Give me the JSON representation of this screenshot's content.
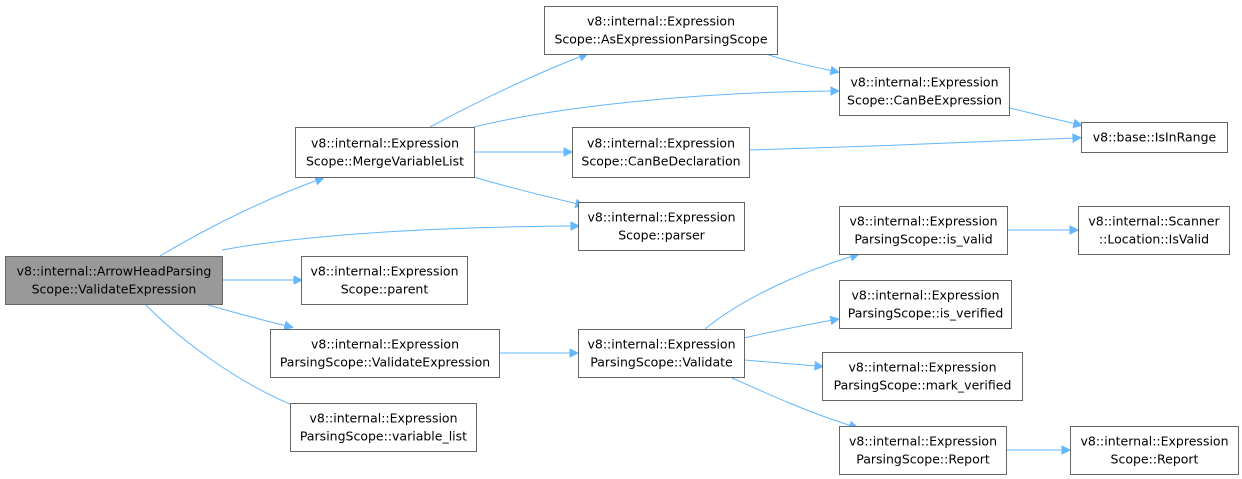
{
  "graph": {
    "root": "validate_expression_root",
    "colors": {
      "edge": "#63b8ff",
      "node_border": "#666666",
      "root_fill": "#999999",
      "node_fill": "#ffffff"
    },
    "nodes": [
      {
        "id": "validate_expression_root",
        "lines": [
          "v8::internal::ArrowHeadParsing",
          "Scope::ValidateExpression"
        ],
        "highlighted": true
      },
      {
        "id": "merge_variable_list",
        "lines": [
          "v8::internal::Expression",
          "Scope::MergeVariableList"
        ]
      },
      {
        "id": "parser",
        "lines": [
          "v8::internal::Expression",
          "Scope::parser"
        ]
      },
      {
        "id": "parent",
        "lines": [
          "v8::internal::Expression",
          "Scope::parent"
        ]
      },
      {
        "id": "eps_validate_expression",
        "lines": [
          "v8::internal::Expression",
          "ParsingScope::ValidateExpression"
        ]
      },
      {
        "id": "variable_list",
        "lines": [
          "v8::internal::Expression",
          "ParsingScope::variable_list"
        ]
      },
      {
        "id": "as_expression_parsing_scope",
        "lines": [
          "v8::internal::Expression",
          "Scope::AsExpressionParsingScope"
        ]
      },
      {
        "id": "can_be_expression",
        "lines": [
          "v8::internal::Expression",
          "Scope::CanBeExpression"
        ]
      },
      {
        "id": "can_be_declaration",
        "lines": [
          "v8::internal::Expression",
          "Scope::CanBeDeclaration"
        ]
      },
      {
        "id": "is_in_range",
        "lines": [
          "v8::base::IsInRange"
        ]
      },
      {
        "id": "validate",
        "lines": [
          "v8::internal::Expression",
          "ParsingScope::Validate"
        ]
      },
      {
        "id": "is_valid",
        "lines": [
          "v8::internal::Expression",
          "ParsingScope::is_valid"
        ]
      },
      {
        "id": "location_is_valid",
        "lines": [
          "v8::internal::Scanner",
          "::Location::IsValid"
        ]
      },
      {
        "id": "is_verified",
        "lines": [
          "v8::internal::Expression",
          "ParsingScope::is_verified"
        ]
      },
      {
        "id": "mark_verified",
        "lines": [
          "v8::internal::Expression",
          "ParsingScope::mark_verified"
        ]
      },
      {
        "id": "eps_report",
        "lines": [
          "v8::internal::Expression",
          "ParsingScope::Report"
        ]
      },
      {
        "id": "es_report",
        "lines": [
          "v8::internal::Expression",
          "Scope::Report"
        ]
      }
    ],
    "edges": [
      {
        "from": "validate_expression_root",
        "to": "merge_variable_list"
      },
      {
        "from": "validate_expression_root",
        "to": "parser"
      },
      {
        "from": "validate_expression_root",
        "to": "parent"
      },
      {
        "from": "validate_expression_root",
        "to": "eps_validate_expression"
      },
      {
        "from": "validate_expression_root",
        "to": "variable_list"
      },
      {
        "from": "merge_variable_list",
        "to": "as_expression_parsing_scope"
      },
      {
        "from": "merge_variable_list",
        "to": "can_be_expression"
      },
      {
        "from": "merge_variable_list",
        "to": "can_be_declaration"
      },
      {
        "from": "merge_variable_list",
        "to": "parser"
      },
      {
        "from": "as_expression_parsing_scope",
        "to": "can_be_expression"
      },
      {
        "from": "can_be_expression",
        "to": "is_in_range"
      },
      {
        "from": "can_be_declaration",
        "to": "is_in_range"
      },
      {
        "from": "eps_validate_expression",
        "to": "validate"
      },
      {
        "from": "validate",
        "to": "is_valid"
      },
      {
        "from": "validate",
        "to": "is_verified"
      },
      {
        "from": "validate",
        "to": "mark_verified"
      },
      {
        "from": "validate",
        "to": "eps_report"
      },
      {
        "from": "is_valid",
        "to": "location_is_valid"
      },
      {
        "from": "eps_report",
        "to": "es_report"
      }
    ]
  }
}
